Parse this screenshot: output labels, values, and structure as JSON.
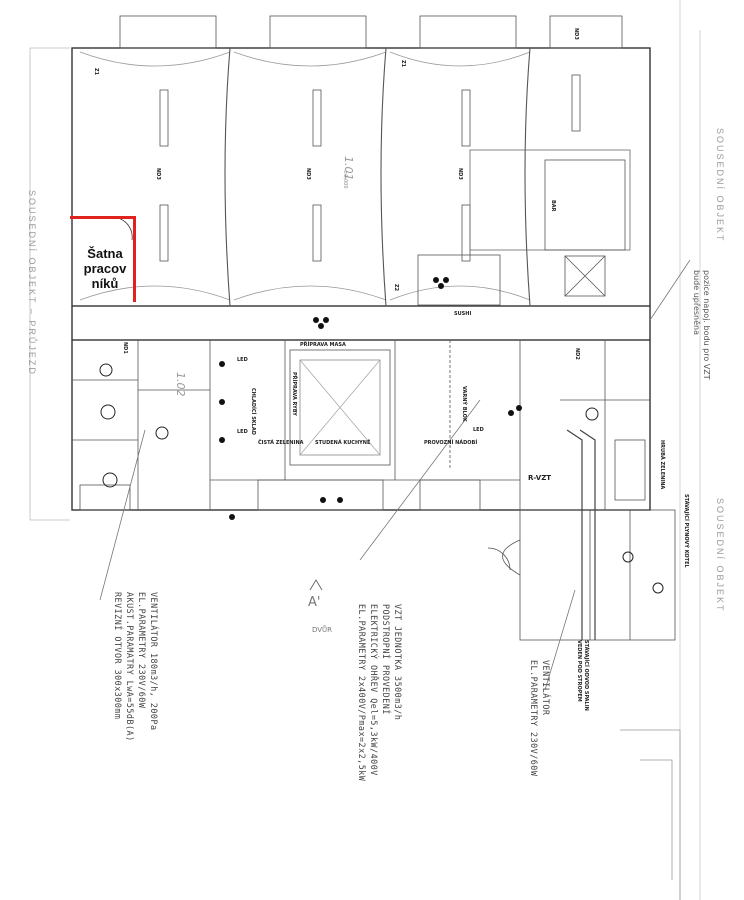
{
  "neighbors": {
    "left": "SOUSEDNÍ OBJEKT – PRŮJEZD",
    "right_top": "SOUSEDNÍ OBJEKT",
    "right_bottom": "SOUSEDNÍ OBJEKT"
  },
  "highlight_room": {
    "lines": [
      "Šatna",
      "pracov",
      "níků"
    ],
    "color": "#e0231e"
  },
  "rooms": {
    "room_101": "1.01",
    "room_102": "1.02",
    "sushi": "SUSHI",
    "priprava_masa": "PŘÍPRAVA MASA",
    "priprava_ryby": "PŘÍPRAVA RYBY",
    "chladici_sklad": "CHLADÍCÍ SKLAD",
    "cista_zelenina": "ČISTÁ ZELENINA",
    "studena_kuchyne": "STUDENÁ KUCHYNĚ",
    "provozni_nadobi": "PROVOZNÍ NÁDOBÍ",
    "varny_blok": "VARNÝ BLOK",
    "hruba_zelenina": "HRUBÁ ZELENINA",
    "bar": "BAR",
    "dvur": "DVŮR",
    "rvzt": "R-VZT",
    "stavajici_kotel": "STÁVAJÍCÍ PLYNOVÝ KOTEL",
    "stavajici_svod": "STÁVAJÍCÍ ODVOD SPALIN",
    "stavajici_svod2": "VEDEN POD STROPEM",
    "pozice": "pozice napoj. bodu pro VZT",
    "pozice2": "bude upřesněna",
    "section_mark": "A'",
    "elev": "±0,000"
  },
  "notes": {
    "ventilator_left": [
      "VENTILÁTOR 180m3/h, 200Pa",
      "EL.PARAMETRY 230V/60W",
      "AKUST.PARAMATRY LwA=55dB(A)",
      "REVIZNÍ OTVOR 300x300mm"
    ],
    "vzt_unit": [
      "VZT JEDNOTKA 3500m3/h",
      "PODSTROPNÍ PROVEDENÍ",
      "ELEKTRICKÝ OHŘEV Qel=5,3kW/400V",
      "EL.PARAMETRY 2x400V/Pmax=2x2,5kW"
    ],
    "ventilator_right": [
      "VENTILÁTOR",
      "EL.PARAMETRY 230V/60W"
    ]
  },
  "symbols": {
    "nd3": "ND3",
    "nd2": "ND2",
    "nd1": "ND1",
    "z1": "Z1",
    "z2": "Z2",
    "led": "LED"
  }
}
